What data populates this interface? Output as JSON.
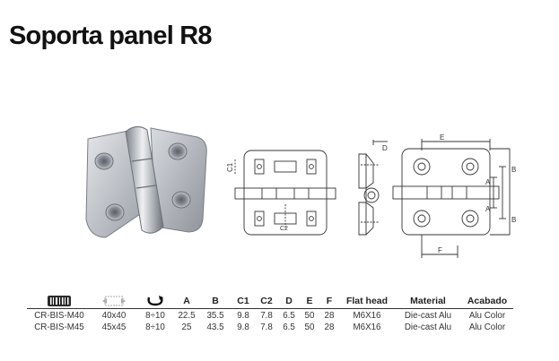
{
  "title": "Soporta panel R8",
  "icons": {
    "reference": "barcode-icon",
    "size": "dimension-icon",
    "angle": "rotation-icon"
  },
  "table": {
    "headers": [
      "A",
      "B",
      "C1",
      "C2",
      "D",
      "E",
      "F",
      "Flat head",
      "Material",
      "Acabado"
    ],
    "rows": [
      [
        "CR-BIS-M40",
        "40x40",
        "8÷10",
        "22.5",
        "35.5",
        "9.8",
        "7.8",
        "6.5",
        "50",
        "28",
        "M6X16",
        "Die-cast Alu",
        "Alu Color"
      ],
      [
        "CR-BIS-M45",
        "45x45",
        "8÷10",
        "25",
        "43.5",
        "9.8",
        "7.8",
        "6.5",
        "50",
        "28",
        "M6X16",
        "Die-cast Alu",
        "Alu Color"
      ]
    ]
  },
  "drawing_labels": {
    "c1": "C1",
    "c2": "C2",
    "d": "D",
    "e": "E",
    "a": "A",
    "b": "B",
    "f": "F"
  }
}
